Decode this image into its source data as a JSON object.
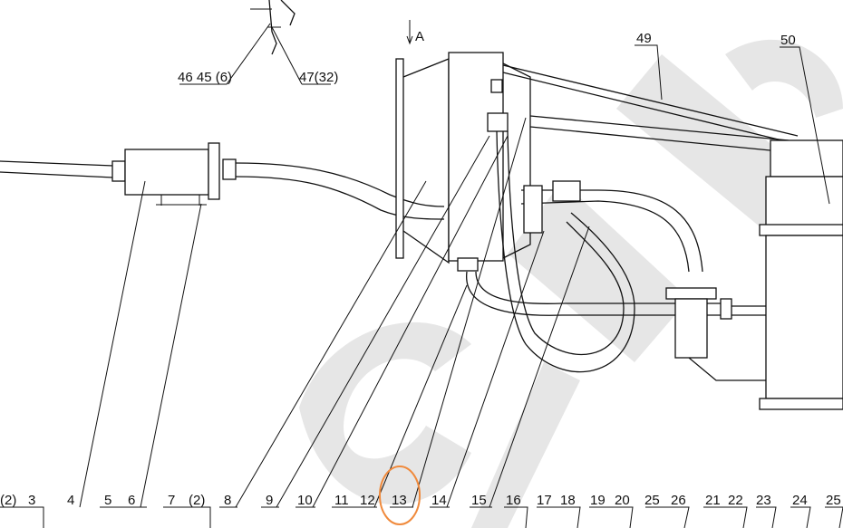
{
  "view_marker": "A",
  "top_labels": {
    "left_group": "46 45 (6)",
    "right_group": "47(32)",
    "part_49": "49",
    "part_50": "50"
  },
  "bottom_labels": [
    "(2)",
    "3",
    "4",
    "5",
    "6",
    "7",
    "(2)",
    "8",
    "9",
    "10",
    "11",
    "12",
    "13",
    "14",
    "15",
    "16",
    "17",
    "18",
    "19",
    "20",
    "25",
    "26",
    "21",
    "22",
    "23",
    "24",
    "25"
  ],
  "highlighted_label": "13",
  "colors": {
    "highlight": "#f08a3c",
    "watermark": "#e6e6e6",
    "line": "#111111"
  }
}
